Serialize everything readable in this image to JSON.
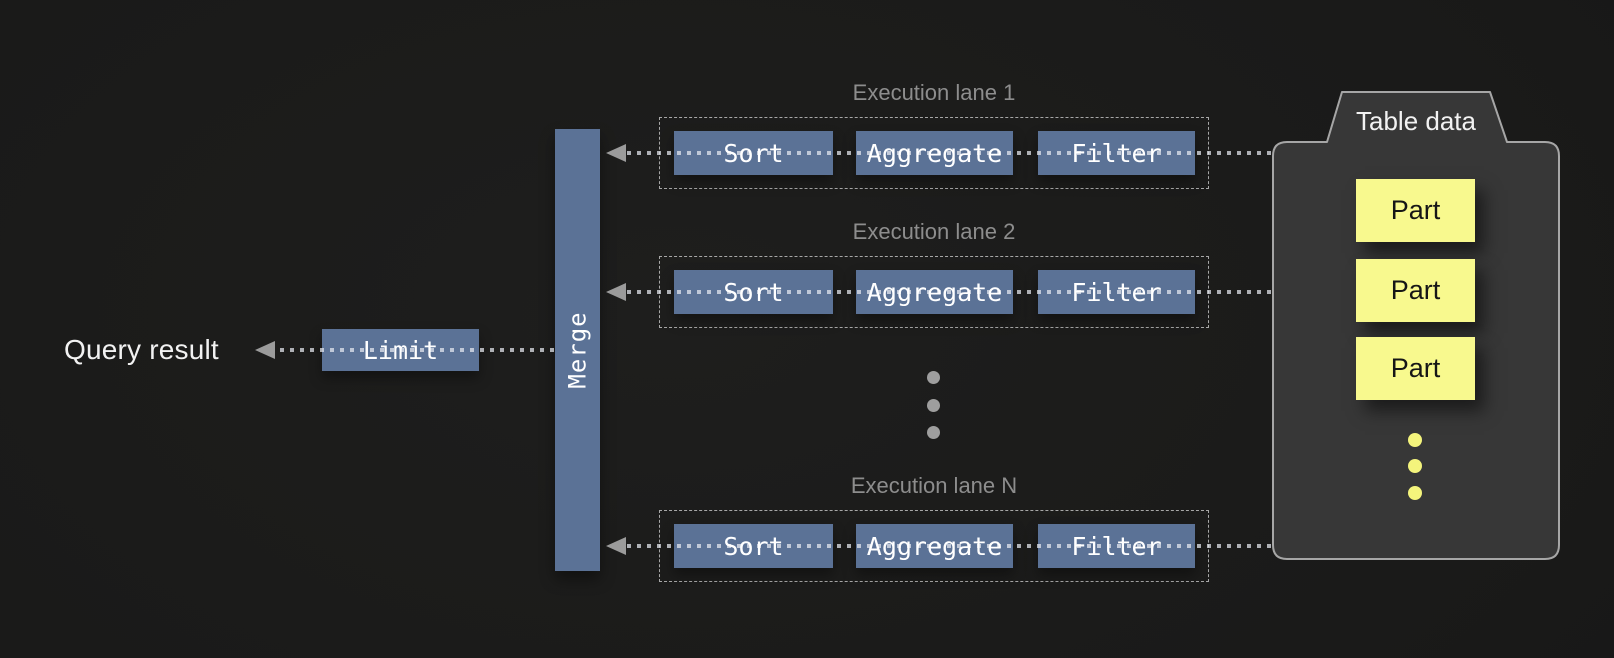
{
  "pipeline": {
    "query_result_label": "Query result",
    "limit_label": "Limit",
    "merge_label": "Merge"
  },
  "lanes": [
    {
      "label": "Execution lane 1",
      "ops": [
        "Sort",
        "Aggregate",
        "Filter"
      ]
    },
    {
      "label": "Execution lane 2",
      "ops": [
        "Sort",
        "Aggregate",
        "Filter"
      ]
    },
    {
      "label": "Execution lane N",
      "ops": [
        "Sort",
        "Aggregate",
        "Filter"
      ]
    }
  ],
  "table_data": {
    "label": "Table data",
    "parts": [
      "Part",
      "Part",
      "Part"
    ]
  },
  "colors": {
    "background": "#1b1b1a",
    "operator_blue": "#5b7296",
    "part_yellow": "#f8f98e",
    "part_text": "#161616",
    "container_fill": "#373737",
    "container_stroke": "#a6a6a6",
    "label_gray": "#8d8d8d",
    "line_gray": "#9b9b9b",
    "ellipsis_gray": "#9e9e9e",
    "dots_yellow": "#f4f47c",
    "text_white": "#f2f2f2"
  }
}
